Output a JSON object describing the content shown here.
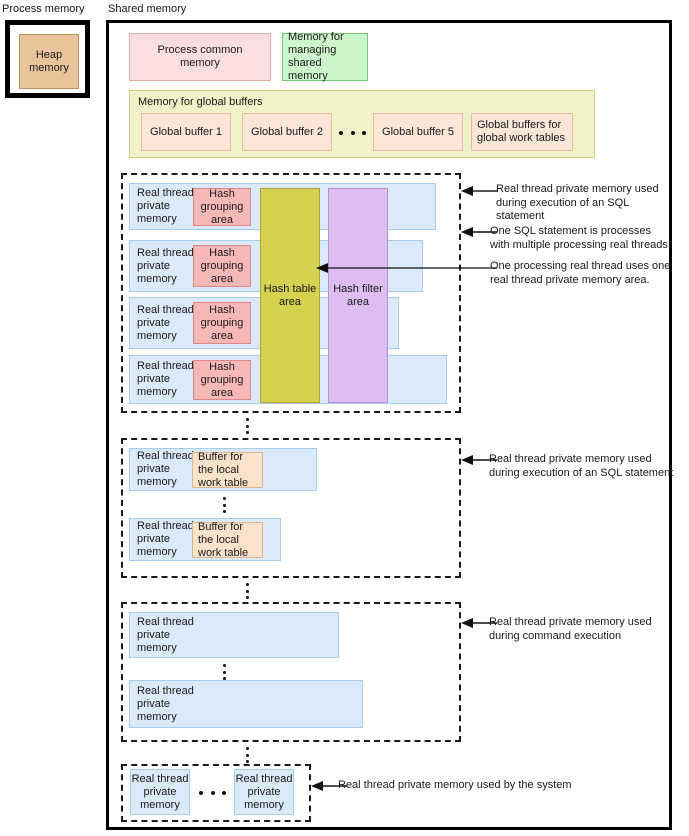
{
  "captions": {
    "process_memory": "Process memory",
    "shared_memory": "Shared memory"
  },
  "process_memory": {
    "heap": "Heap\nmemory"
  },
  "shared_memory": {
    "process_common_memory": "Process common memory",
    "memory_for_managing_shared_memory": "Memory for\nmanaging\nshared memory",
    "global_buffers": {
      "title": "Memory for global buffers",
      "items": [
        "Global buffer 1",
        "Global buffer 2",
        "Global buffer 5",
        "Global buffers for\nglobal work tables"
      ]
    },
    "sql_thread_group": {
      "rows": [
        {
          "thread": "Real thread\nprivate\nmemory",
          "hash_group": "Hash\ngrouping\narea"
        },
        {
          "thread": "Real thread\nprivate\nmemory",
          "hash_group": "Hash\ngrouping\narea"
        },
        {
          "thread": "Real thread\nprivate\nmemory",
          "hash_group": "Hash\ngrouping\narea"
        },
        {
          "thread": "Real thread\nprivate\nmemory",
          "hash_group": "Hash\ngrouping\narea"
        }
      ],
      "hash_table_area": "Hash table\narea",
      "hash_filter_area": "Hash filter\narea",
      "annotations": [
        "Real thread private memory used\nduring execution of an SQL\nstatement",
        "One SQL statement is processes\nwith multiple processing real threads.",
        "One processing real thread uses one\nreal thread private memory area."
      ]
    },
    "local_work_table_group": {
      "rows": [
        {
          "thread": "Real thread\nprivate\nmemory",
          "buffer": "Buffer for\nthe local\nwork table"
        },
        {
          "thread": "Real thread\nprivate\nmemory",
          "buffer": "Buffer for\nthe local\nwork table"
        }
      ],
      "annotation": "Real thread private memory used\nduring execution of an SQL statement"
    },
    "command_group": {
      "rows": [
        "Real thread\nprivate\nmemory",
        "Real thread\nprivate\nmemory"
      ],
      "annotation": "Real thread private memory used\nduring command execution"
    },
    "system_group": {
      "rows": [
        "Real thread\nprivate\nmemory",
        "Real thread\nprivate\nmemory"
      ],
      "annotation": "Real thread private memory used by the system"
    }
  }
}
